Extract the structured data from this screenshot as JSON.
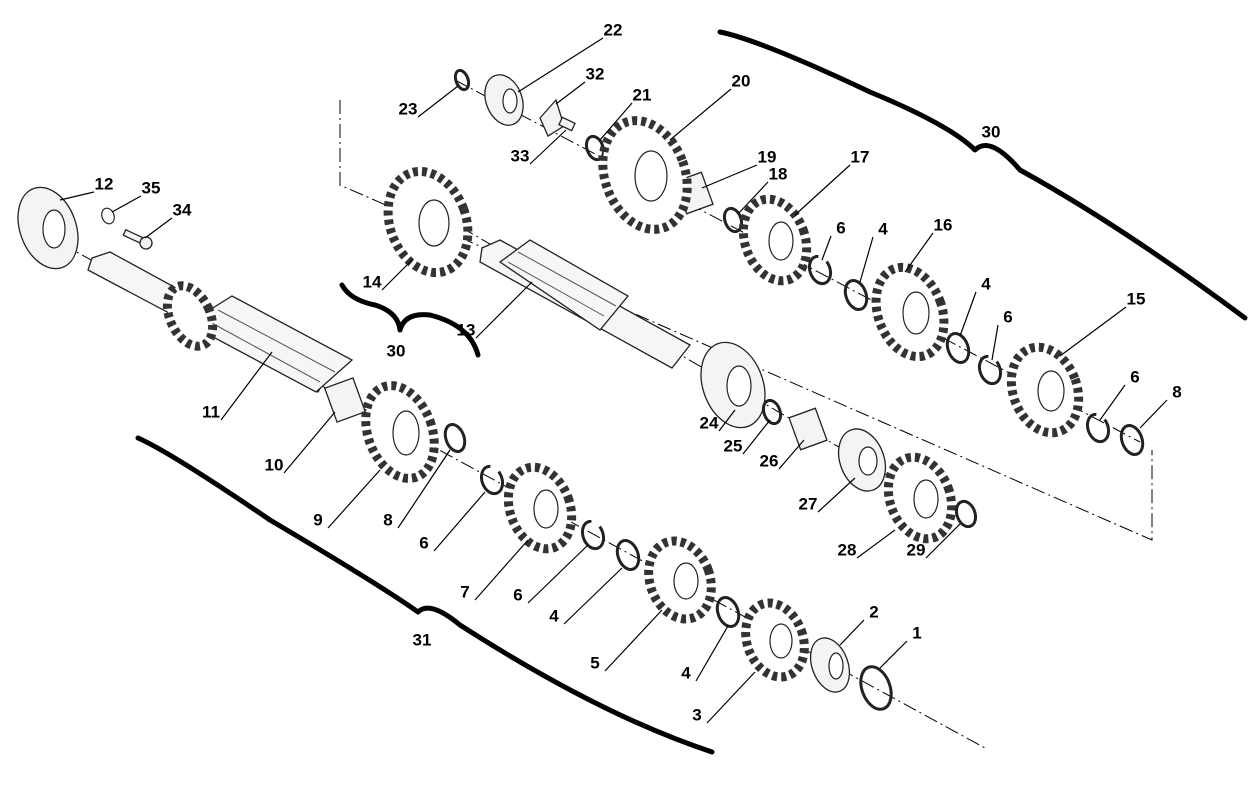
{
  "diagram": {
    "type": "exploded-parts-view",
    "labels": {
      "p1": "1",
      "p2": "2",
      "p3": "3",
      "p4a": "4",
      "p4b": "4",
      "p4c": "4",
      "p4d": "4",
      "p5": "5",
      "p6a": "6",
      "p6b": "6",
      "p6c": "6",
      "p6d": "6",
      "p6e": "6",
      "p7": "7",
      "p8a": "8",
      "p8b": "8",
      "p9": "9",
      "p10": "10",
      "p11": "11",
      "p12": "12",
      "p13": "13",
      "p14": "14",
      "p15": "15",
      "p16": "16",
      "p17": "17",
      "p18": "18",
      "p19": "19",
      "p20": "20",
      "p21": "21",
      "p22": "22",
      "p23": "23",
      "p24": "24",
      "p25": "25",
      "p26": "26",
      "p27": "27",
      "p28": "28",
      "p29": "29",
      "p30a": "30",
      "p30b": "30",
      "p31": "31",
      "p32": "32",
      "p33": "33",
      "p34": "34",
      "p35": "35"
    }
  }
}
